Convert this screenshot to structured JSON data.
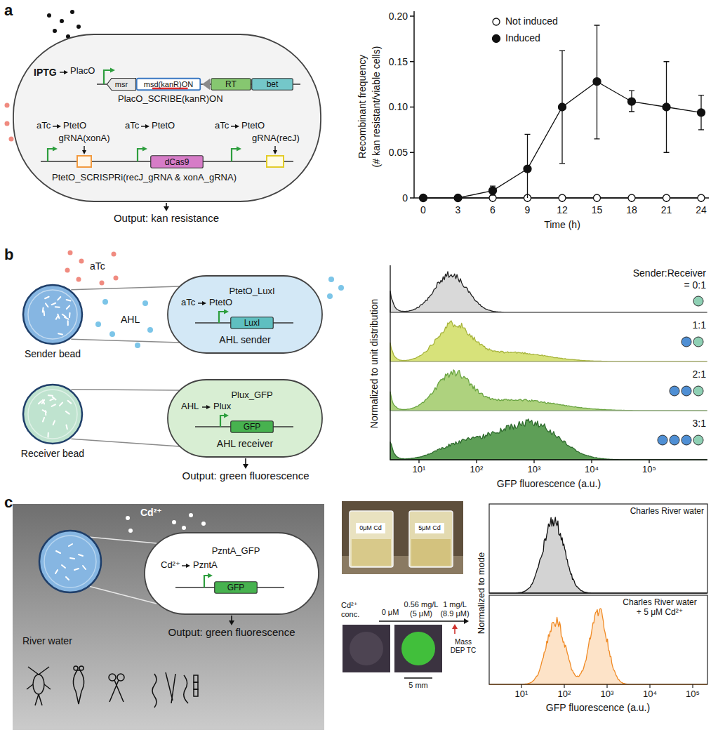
{
  "diagram": {
    "nodes": [
      {
        "text": [
          "PlacO",
          "PlacO_SCRIBE(kanR)ON",
          "aTc",
          "PtetO",
          "gRNA(xonA)",
          "aTc",
          "PtetO",
          "aTc",
          "PtetO",
          "gRNA(recJ)",
          "PtetO_SCRISPRi(recJ_gRNA & xonA_gRNA)"
        ]
      },
      {
        "text": [
          "msr"
        ],
        "in": 0
      },
      {
        "text": [
          "msd(kanR)ON"
        ],
        "in": 0
      },
      {
        "text": [
          "RT"
        ],
        "in": 0
      },
      {
        "text": [
          "bet"
        ],
        "in": 0
      },
      {
        "text": [
          "dCas9"
        ],
        "in": 0
      },
      {
        "text": [
          "Sender bead"
        ]
      },
      {
        "text": [
          "aTc",
          "PtetO",
          "PtetO_LuxI",
          "AHL sender"
        ]
      },
      {
        "text": [
          "LuxI"
        ],
        "in": 7
      },
      {
        "text": [
          "Receiver bead"
        ]
      },
      {
        "text": [
          "AHL",
          "Plux",
          "Plux_GFP",
          "AHL receiver"
        ]
      },
      {
        "text": [
          "GFP"
        ],
        "in": 10
      },
      {
        "text": [
          "Cd²⁺",
          "PzntA",
          "PzntA_GFP"
        ]
      },
      {
        "text": [
          "GFP"
        ],
        "in": 12
      }
    ],
    "edges": [
      {
        "from": 6,
        "to": 7,
        "arrow": "none"
      },
      {
        "from": 9,
        "to": 10,
        "arrow": "none"
      }
    ],
    "labels": [
      "a",
      "IPTG",
      "Output: kan resistance",
      "Recombinant frequency",
      "(# kan resistant/viable cells)",
      "0.20",
      "0.15",
      "0.10",
      "0.05",
      "0",
      "0",
      "3",
      "6",
      "9",
      "12",
      "15",
      "18",
      "21",
      "24",
      "Time (h)",
      "b",
      "aTc",
      "AHL",
      "Output: green fluorescence",
      "Normalized to unit distribution",
      "Sender:Receiver",
      "= 0:1",
      "1:1",
      "2:1",
      "3:1",
      "10¹",
      "10²",
      "10³",
      "10⁴",
      "10⁵",
      "GFP fluorescence (a.u.)",
      "c",
      "Cd²⁺",
      "River water",
      "Output: green fluorescence",
      "0μM Cd",
      "5μM Cd",
      "Cd²⁺ conc.",
      "0 μM",
      "0.56 mg/L",
      "(5 μM)",
      "1 mg/L",
      "(8.9 μM)",
      "Mass DEP TC",
      "5 mm",
      "Normalized to mode",
      "Charles River water",
      "Charles River water + 5 μM Cd²⁺",
      "10¹",
      "10²",
      "10³",
      "10⁴",
      "10⁵",
      "GFP fluorescence (a.u.)"
    ],
    "legend": [
      {
        "text": "Not induced"
      },
      {
        "text": "Induced"
      }
    ]
  }
}
